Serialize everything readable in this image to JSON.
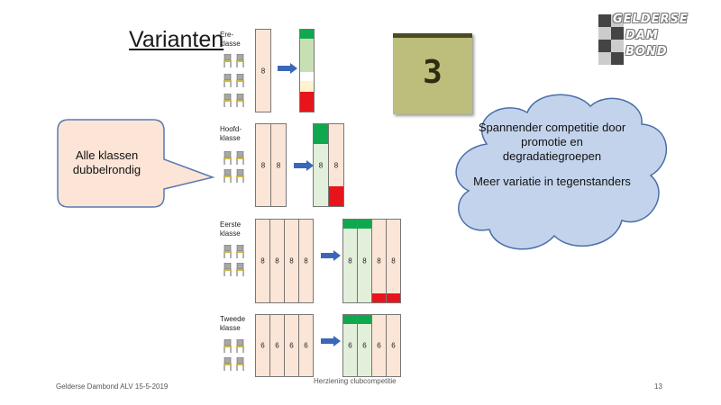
{
  "slide": {
    "title": "Varianten",
    "page_number": "13",
    "footer_left": "Gelderse Dambond ALV 15-5-2019",
    "footer_center": "Herziening clubcompetitie"
  },
  "logo": {
    "line1": "GELDERSE",
    "line2": "DAM",
    "line3": "BOND"
  },
  "score_display": "3",
  "callout": {
    "text": "Alle klassen dubbelrondig"
  },
  "cloud": {
    "line1": "Spannender competitie door promotie en degradatiegroepen",
    "line2": "Meer variatie in tegenstanders"
  },
  "groups": [
    {
      "label": "Ere-\nklasse",
      "before_values": [
        "8"
      ],
      "after_values": [
        ""
      ]
    },
    {
      "label": "Hoofd-\nklasse",
      "before_values": [
        "8",
        "8"
      ],
      "after_values": [
        "8",
        "8"
      ]
    },
    {
      "label": "Eerste\nklasse",
      "before_values": [
        "8",
        "8",
        "8",
        "8"
      ],
      "after_values": [
        "8",
        "8",
        "8",
        "8"
      ]
    },
    {
      "label": "Tweede\nklasse",
      "before_values": [
        "6",
        "6",
        "6",
        "6"
      ],
      "after_values": [
        "6",
        "6",
        "6",
        "6"
      ]
    }
  ],
  "colors": {
    "promotion": "#0fa84f",
    "relegation": "#e8141c",
    "column_fill": "#fbe5d6",
    "light_green": "#c6e0b4",
    "light_yellow": "#fff2cc",
    "arrow": "#3a67b8",
    "cloud_fill": "#c3d3eb",
    "bubble_fill": "#fce4d6"
  },
  "icons": [
    "chair-icon",
    "arrow-right-icon"
  ]
}
